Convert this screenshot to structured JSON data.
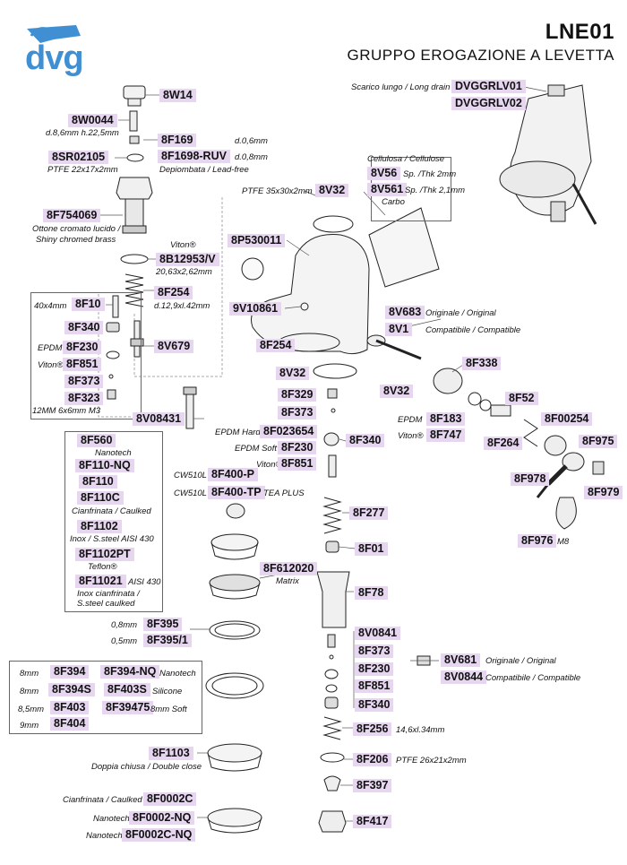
{
  "header": {
    "logo_text": "dvg",
    "brand_color": "#3f8fd2",
    "model": "LNE01",
    "title": "GRUPPO EROGAZIONE A LEVETTA"
  },
  "colors": {
    "label_bg": "#e6d6ef"
  },
  "parts": {
    "p8W14": "8W14",
    "p8W0044": "8W0044",
    "p8W0044_note": "d.8,6mm h.22,5mm",
    "p8F169": "8F169",
    "p8F169_note": "d.0,6mm",
    "p8F1698": "8F1698-RUV",
    "p8F1698_note": "d.0,8mm",
    "depiomb": "Depiombata / Lead-free",
    "p8SR02105": "8SR02105",
    "p8SR02105_note": "PTFE 22x17x2mm",
    "p8F754069": "8F754069",
    "p8F754069_note1": "Ottone cromato lucido /",
    "p8F754069_note2": "Shiny chromed brass",
    "viton1": "Viton®",
    "p8B12953V": "8B12953/V",
    "p8B12953V_note": "20,63x2,62mm",
    "p8F254a": "8F254",
    "p8F254a_note": "d.12,9xl.42mm",
    "box1_dim": "40x4mm",
    "p8F10": "8F10",
    "p8F340a": "8F340",
    "epdm1": "EPDM",
    "p8F230a": "8F230",
    "viton2": "Viton®",
    "p8F851a": "8F851",
    "p8F373a": "8F373",
    "p8F323": "8F323",
    "p8F323_note": "12MM 6x6mm M3",
    "p8V679": "8V679",
    "p8V08431": "8V08431",
    "box2": {
      "p8F560": "8F560",
      "nanotech": "Nanotech",
      "p8F110NQ": "8F110-NQ",
      "p8F110": "8F110",
      "p8F110C": "8F110C",
      "cianfrinata": "Cianfrinata / Caulked",
      "p8F1102": "8F1102",
      "inox": "Inox / S.steel AISI 430",
      "p8F1102PT": "8F1102PT",
      "teflon": "Teflon®",
      "p8F11021": "8F11021",
      "aisi": "AISI 430",
      "inoxc1": "Inox cianfrinata /",
      "inoxc2": "S.steel caulked"
    },
    "drain_note": "Scarico lungo / Long drain",
    "pDVGGRLV01": "DVGGRLV01",
    "pDVGGRLV02": "DVGGRLV02",
    "cellulosa": "Cellulosa / Cellulose",
    "p8V56": "8V56",
    "p8V56_note": "Sp. /Thk 2mm",
    "p8V561": "8V561",
    "p8V561_note": "Sp. /Thk 2,1mm",
    "carbo": "Carbo",
    "ptfe35": "PTFE 35x30x2mm",
    "p8V32a": "8V32",
    "p8P530011": "8P530011",
    "p9V10861": "9V10861",
    "p8F254b": "8F254",
    "p8V683": "8V683",
    "p8V683_note": "Originale / Original",
    "p8V1": "8V1",
    "p8V1_note": "Compatibile / Compatible",
    "p8F338": "8F338",
    "p8V32b": "8V32",
    "p8V32c": "8V32",
    "p8F329": "8F329",
    "p8F52": "8F52",
    "p8F373b": "8F373",
    "epdm2": "EPDM",
    "p8F183": "8F183",
    "p8F00254": "8F00254",
    "epdmhard": "EPDM Hard",
    "p8F023654": "8F023654",
    "p8F340b": "8F340",
    "viton3": "Viton®",
    "p8F747": "8F747",
    "p8F264": "8F264",
    "p8F975": "8F975",
    "epdmsoft": "EPDM Soft",
    "p8F230b": "8F230",
    "viton4": "Viton®",
    "p8F851b": "8F851",
    "p8F978": "8F978",
    "p8F979": "8F979",
    "cw510l1": "CW510L",
    "p8F400P": "8F400-P",
    "cw510l2": "CW510L",
    "p8F400TP": "8F400-TP",
    "teaplus": "TEA PLUS",
    "p8F277": "8F277",
    "p8F976": "8F976",
    "m8": "M8",
    "p8F01": "8F01",
    "p8F612020": "8F612020",
    "matrix": "Matrix",
    "p8F78": "8F78",
    "d08": "0,8mm",
    "p8F395": "8F395",
    "d05": "0,5mm",
    "p8F3951": "8F395/1",
    "p8V0841": "8V0841",
    "p8F373c": "8F373",
    "p8V681": "8V681",
    "p8V681_note": "Originale / Original",
    "p8F230c": "8F230",
    "p8V0844": "8V0844",
    "p8V0844_note": "Compatibile / Compatible",
    "p8F851c": "8F851",
    "p8F340c": "8F340",
    "box3": {
      "r1mm": "8mm",
      "p8F394": "8F394",
      "p8F394NQ": "8F394-NQ",
      "nanotech": "Nanotech",
      "r2mm": "8mm",
      "p8F394S": "8F394S",
      "p8F403S": "8F403S",
      "silicone": "Silicone",
      "r3mm": "8,5mm",
      "p8F403": "8F403",
      "p8F39475": "8F39475",
      "soft": "8mm Soft",
      "r4mm": "9mm",
      "p8F404": "8F404"
    },
    "p8F256": "8F256",
    "p8F256_note": "14,6xl.34mm",
    "p8F1103": "8F1103",
    "p8F1103_note": "Doppia chiusa / Double close",
    "p8F206": "8F206",
    "p8F206_note": "PTFE 26x21x2mm",
    "p8F397": "8F397",
    "cianf2": "Cianfrinata / Caulked",
    "p8F0002C": "8F0002C",
    "nano2": "Nanotech",
    "p8F0002NQ": "8F0002-NQ",
    "nano3": "Nanotech",
    "p8F0002CNQ": "8F0002C-NQ",
    "p8F417": "8F417"
  }
}
